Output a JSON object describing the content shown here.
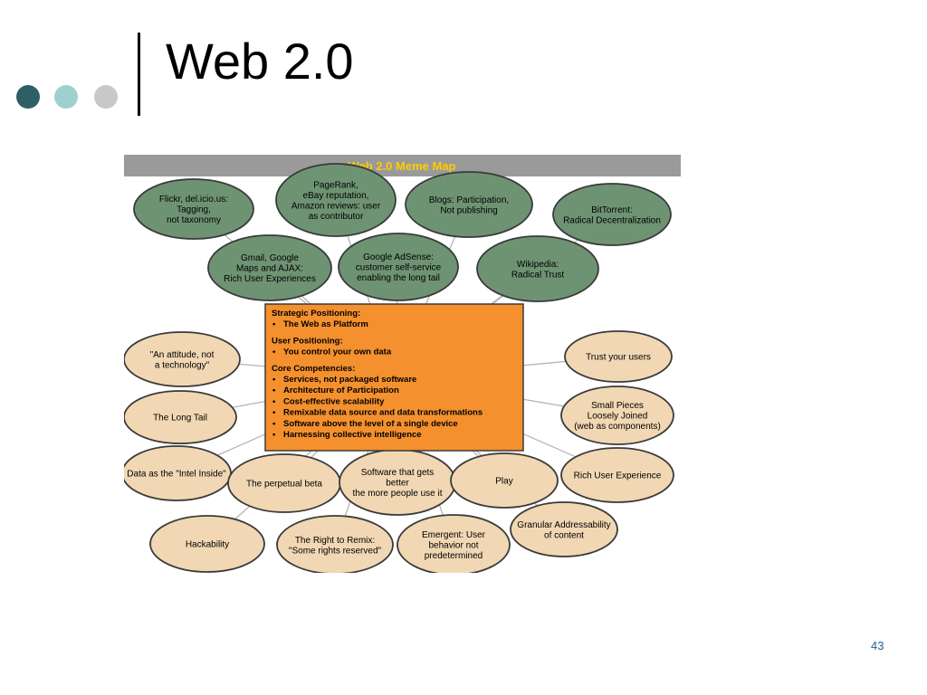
{
  "slide": {
    "title": "Web 2.0",
    "page_number": "43"
  },
  "meme_map": {
    "title": "Web 2.0 Meme Map",
    "colors": {
      "banner": "#9a9a9a",
      "banner_text": "#ffcc00",
      "top_node": "#6e9373",
      "bottom_node": "#f1d7b3",
      "core": "#f4902e",
      "edge": "#b0b0b0"
    },
    "core": {
      "sections": [
        {
          "heading": "Strategic Positioning:",
          "items": [
            "The Web as Platform"
          ]
        },
        {
          "heading": "User Positioning:",
          "items": [
            "You control your own data"
          ]
        },
        {
          "heading": "Core Competencies:",
          "items": [
            "Services, not packaged software",
            "Architecture of Participation",
            "Cost-effective scalability",
            "Remixable data source and data transformations",
            "Software above the level of a single device",
            "Harnessing collective intelligence"
          ]
        }
      ]
    },
    "nodes": [
      {
        "id": "flickr",
        "group": "top",
        "lines": [
          "Flickr, del.icio.us:",
          "Tagging,",
          "not taxonomy"
        ]
      },
      {
        "id": "pagerank",
        "group": "top",
        "lines": [
          "PageRank,",
          "eBay reputation,",
          "Amazon reviews:  user",
          "as contributor"
        ]
      },
      {
        "id": "blogs",
        "group": "top",
        "lines": [
          "Blogs:  Participation,",
          "Not publishing"
        ]
      },
      {
        "id": "bittorrent",
        "group": "top",
        "lines": [
          "BitTorrent:",
          "Radical Decentralization"
        ]
      },
      {
        "id": "gmail",
        "group": "top",
        "lines": [
          "Gmail, Google",
          "Maps and AJAX:",
          "Rich User Experiences"
        ]
      },
      {
        "id": "adsense",
        "group": "top",
        "lines": [
          "Google AdSense:",
          "customer self-service",
          "enabling the long tail"
        ]
      },
      {
        "id": "wikipedia",
        "group": "top",
        "lines": [
          "Wikipedia:",
          "Radical Trust"
        ]
      },
      {
        "id": "attitude",
        "group": "bottom",
        "lines": [
          "\"An attitude, not",
          "a technology\""
        ]
      },
      {
        "id": "trust-users",
        "group": "bottom",
        "lines": [
          "Trust your users"
        ]
      },
      {
        "id": "long-tail",
        "group": "bottom",
        "lines": [
          "The Long Tail"
        ]
      },
      {
        "id": "small-pieces",
        "group": "bottom",
        "lines": [
          "Small Pieces",
          "Loosely Joined",
          "(web as components)"
        ]
      },
      {
        "id": "intel-inside",
        "group": "bottom",
        "lines": [
          "Data as the \"Intel Inside\""
        ]
      },
      {
        "id": "perpetual-beta",
        "group": "bottom",
        "lines": [
          "The perpetual beta"
        ]
      },
      {
        "id": "software-better",
        "group": "bottom",
        "lines": [
          "Software that gets",
          "better",
          "the more people use it"
        ]
      },
      {
        "id": "play",
        "group": "bottom",
        "lines": [
          "Play"
        ]
      },
      {
        "id": "rich-ux",
        "group": "bottom",
        "lines": [
          "Rich User Experience"
        ]
      },
      {
        "id": "hackability",
        "group": "bottom",
        "lines": [
          "Hackability"
        ]
      },
      {
        "id": "right-to-remix",
        "group": "bottom",
        "lines": [
          "The Right to Remix:",
          "\"Some rights reserved\""
        ]
      },
      {
        "id": "emergent",
        "group": "bottom",
        "lines": [
          "Emergent:  User",
          "behavior not",
          "predetermined"
        ]
      },
      {
        "id": "granular",
        "group": "bottom",
        "lines": [
          "Granular Addressability",
          "of content"
        ]
      }
    ]
  }
}
